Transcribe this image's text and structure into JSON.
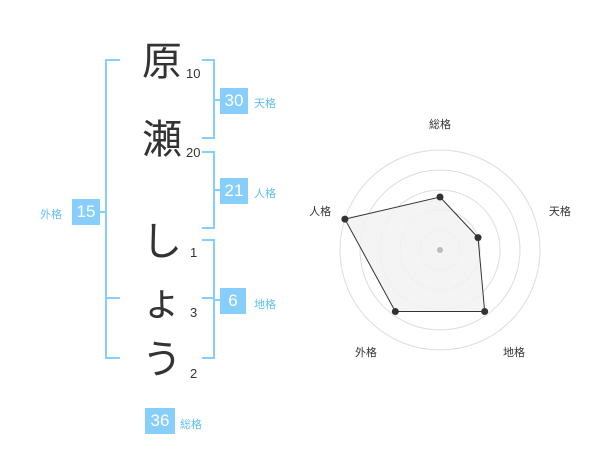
{
  "name": {
    "chars": [
      {
        "char": "原",
        "strokes": "10"
      },
      {
        "char": "瀬",
        "strokes": "20"
      },
      {
        "char": "し",
        "strokes": "1"
      },
      {
        "char": "ょ",
        "strokes": "3"
      },
      {
        "char": "う",
        "strokes": "2"
      }
    ]
  },
  "fortune": {
    "tenkaku": {
      "value": "30",
      "label": "天格"
    },
    "jinkaku": {
      "value": "21",
      "label": "人格"
    },
    "chikaku": {
      "value": "6",
      "label": "地格"
    },
    "gaikaku": {
      "value": "15",
      "label": "外格"
    },
    "soukaku": {
      "value": "36",
      "label": "総格"
    }
  },
  "radar": {
    "axes": [
      "総格",
      "天格",
      "地格",
      "外格",
      "人格"
    ],
    "values": [
      0.53,
      0.4,
      0.76,
      0.76,
      1.0
    ],
    "colors": {
      "ring": "#dddddd",
      "fill": "#f2f2f2",
      "line": "#333333",
      "dot": "#333333",
      "center": "#bbbbbb"
    }
  },
  "colors": {
    "bracket": "#87cefa",
    "badge": "#87cefa",
    "label": "#5fbff0"
  }
}
